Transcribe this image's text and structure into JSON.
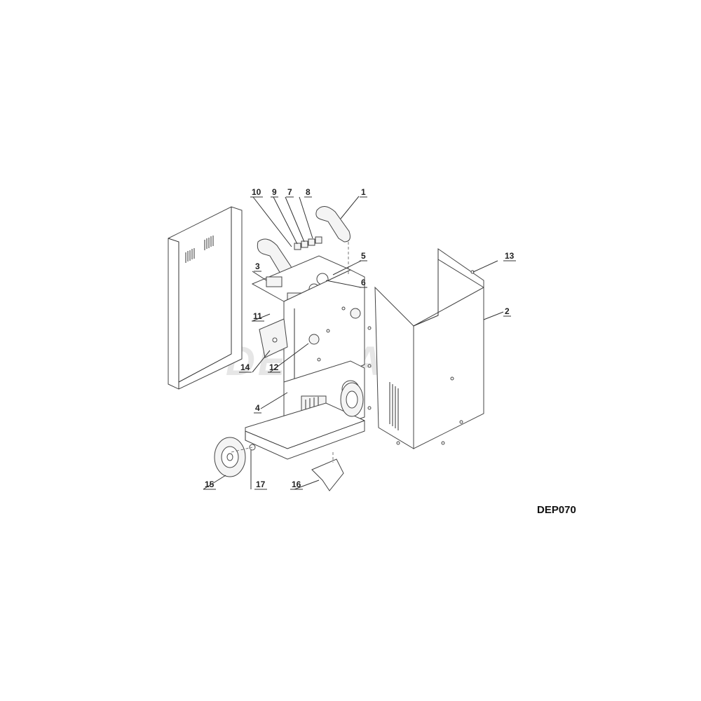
{
  "diagram": {
    "model_code": "DEP070",
    "watermark": "DEDRA",
    "callouts": [
      {
        "id": "c1",
        "text": "1"
      },
      {
        "id": "c2",
        "text": "2"
      },
      {
        "id": "c3",
        "text": "3"
      },
      {
        "id": "c4",
        "text": "4"
      },
      {
        "id": "c5",
        "text": "5"
      },
      {
        "id": "c6",
        "text": "6"
      },
      {
        "id": "c7",
        "text": "7"
      },
      {
        "id": "c8",
        "text": "8"
      },
      {
        "id": "c9",
        "text": "9"
      },
      {
        "id": "c10",
        "text": "10"
      },
      {
        "id": "c11",
        "text": "11"
      },
      {
        "id": "c12",
        "text": "12"
      },
      {
        "id": "c13",
        "text": "13"
      },
      {
        "id": "c14",
        "text": "14"
      },
      {
        "id": "c15",
        "text": "15"
      },
      {
        "id": "c16",
        "text": "16"
      },
      {
        "id": "c17",
        "text": "17"
      }
    ]
  }
}
